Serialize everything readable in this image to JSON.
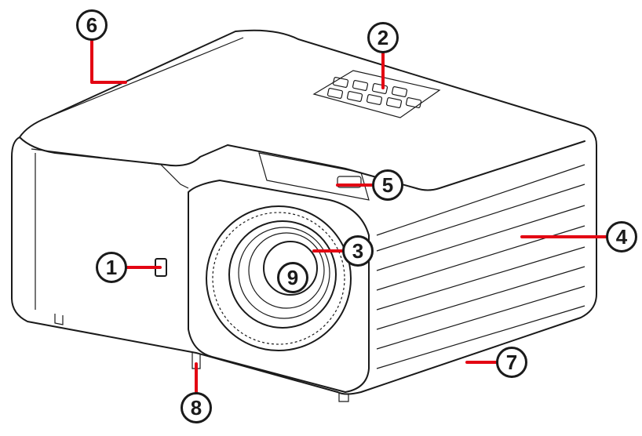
{
  "diagram": {
    "callouts": [
      {
        "id": "callout-1",
        "number": "1"
      },
      {
        "id": "callout-2",
        "number": "2"
      },
      {
        "id": "callout-3",
        "number": "3"
      },
      {
        "id": "callout-4",
        "number": "4"
      },
      {
        "id": "callout-5",
        "number": "5"
      },
      {
        "id": "callout-6",
        "number": "6"
      },
      {
        "id": "callout-7",
        "number": "7"
      },
      {
        "id": "callout-8",
        "number": "8"
      },
      {
        "id": "callout-9",
        "number": "9"
      }
    ],
    "colors": {
      "leader": "#e30613",
      "outline": "#1a1a1a",
      "background": "#ffffff"
    }
  }
}
